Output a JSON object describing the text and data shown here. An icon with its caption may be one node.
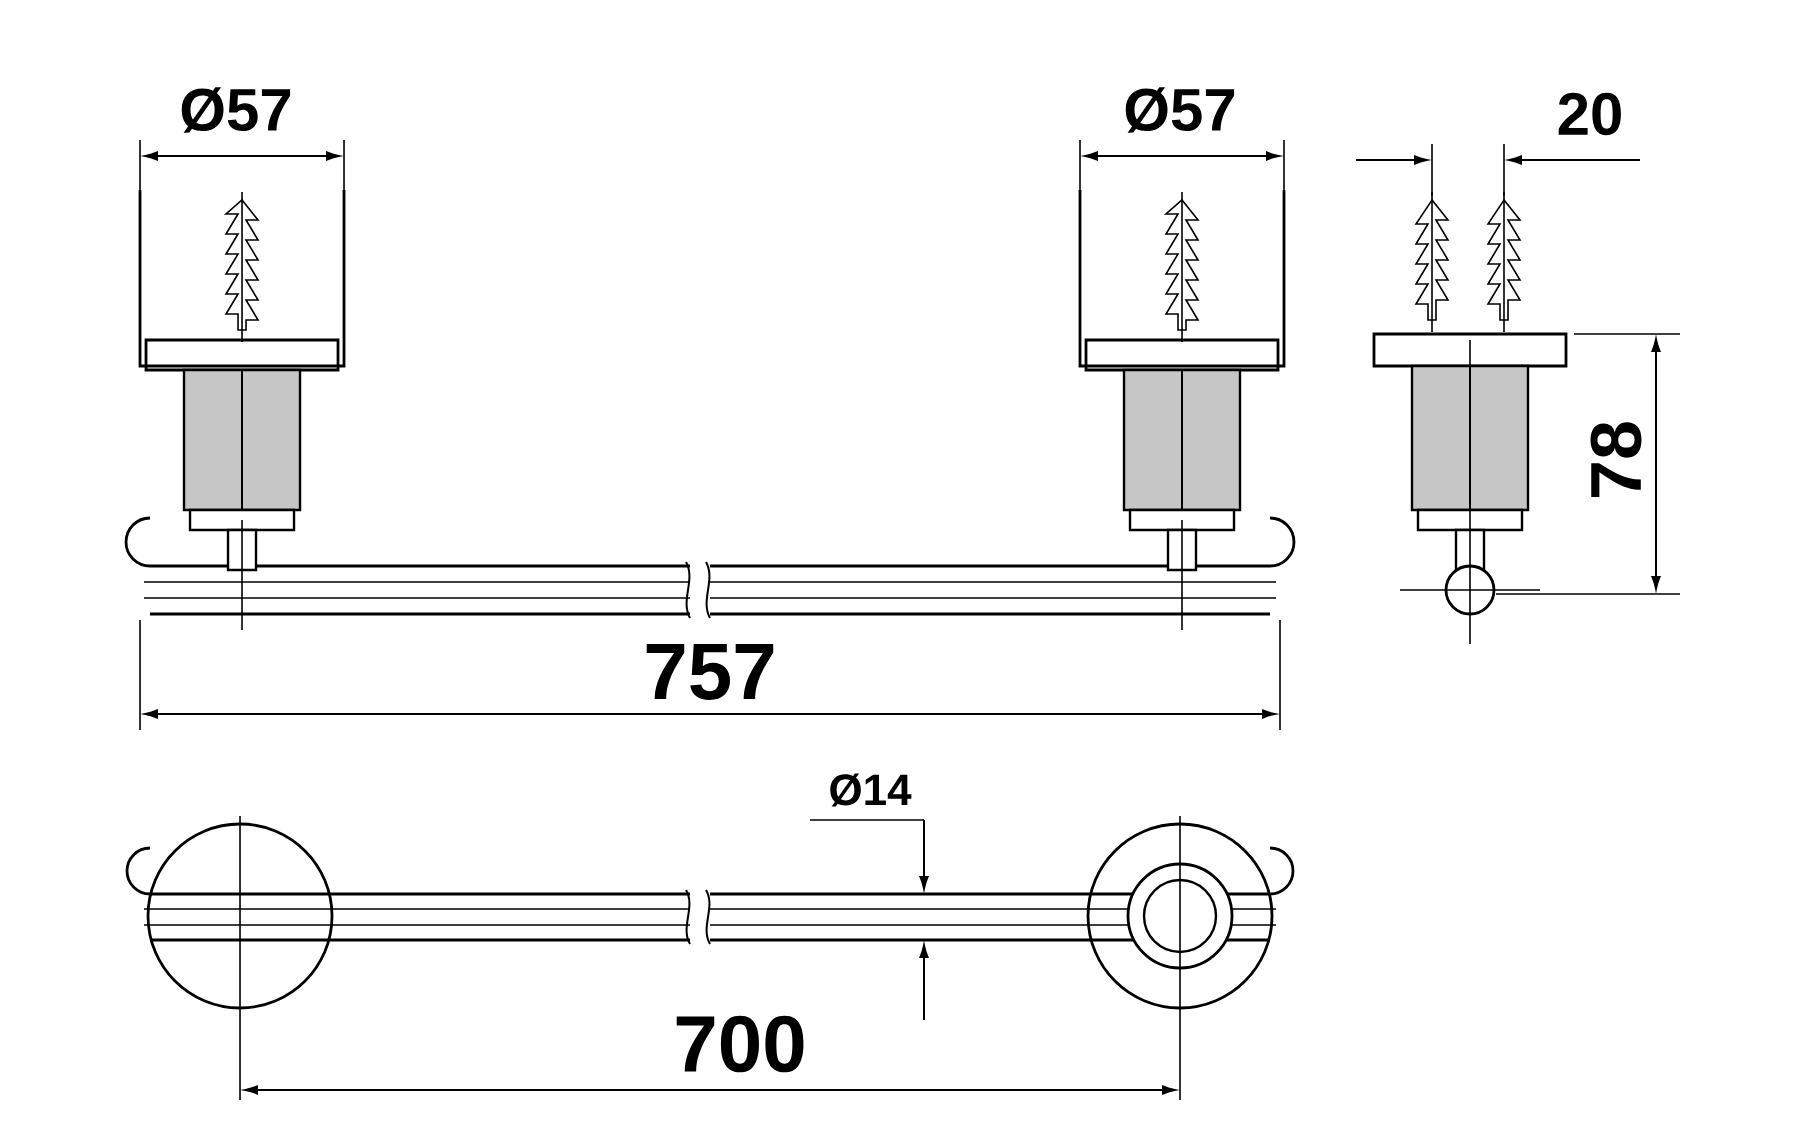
{
  "diagram": {
    "labels": [
      "Ø57",
      "Ø57",
      "20",
      "78",
      "757",
      "Ø14",
      "700"
    ]
  }
}
